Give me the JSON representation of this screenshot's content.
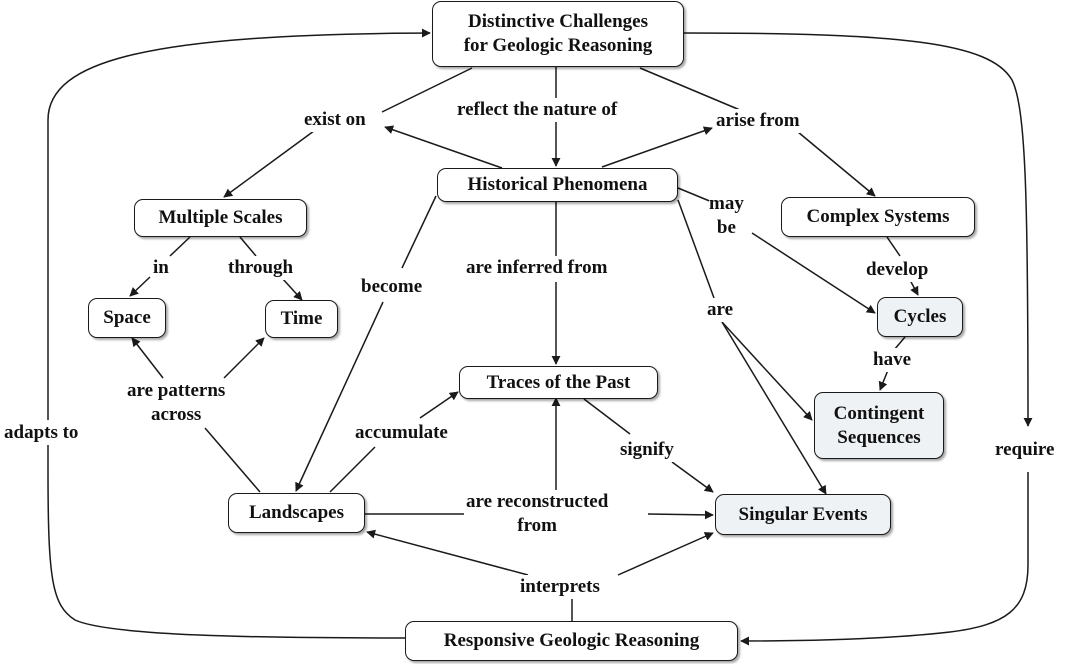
{
  "nodes": {
    "challenges": {
      "line1": "Distinctive Challenges",
      "line2": "for Geologic Reasoning"
    },
    "historical": "Historical Phenomena",
    "multiple_scales": "Multiple Scales",
    "complex_systems": "Complex Systems",
    "space": "Space",
    "time": "Time",
    "cycles": "Cycles",
    "traces": "Traces of the Past",
    "contingent": {
      "line1": "Contingent",
      "line2": "Sequences"
    },
    "landscapes": "Landscapes",
    "singular": "Singular Events",
    "responsive": "Responsive Geologic Reasoning"
  },
  "links": {
    "exist_on": "exist on",
    "reflect": "reflect the nature of",
    "arise_from": "arise from",
    "may_be": {
      "line1": "may",
      "line2": "be"
    },
    "in": "in",
    "through": "through",
    "develop": "develop",
    "become": "become",
    "inferred": "are inferred from",
    "are": "are",
    "have": "have",
    "patterns": {
      "line1": "are patterns",
      "line2": "across"
    },
    "accumulate": "accumulate",
    "signify": "signify",
    "adapts_to": "adapts to",
    "require": "require",
    "reconstructed": {
      "line1": "are reconstructed",
      "line2": "from"
    },
    "interprets": "interprets"
  },
  "colors": {
    "line": "#1a1a1a",
    "node_fill": "#ffffff",
    "highlight_fill": "#eef2f5"
  }
}
